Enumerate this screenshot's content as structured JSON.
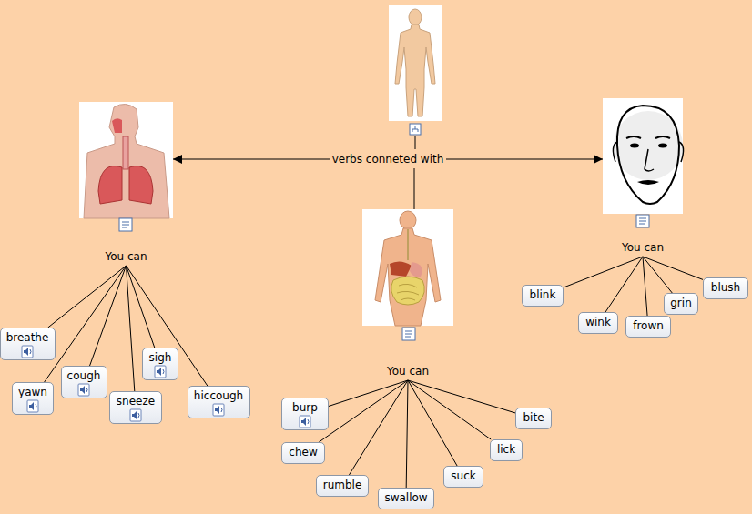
{
  "diagram": {
    "nodes": [
      {
        "text": [
          "You can"
        ]
      },
      {
        "text": [
          "You can"
        ]
      },
      {
        "text": [
          "You can"
        ]
      },
      {
        "text": [
          "breathe"
        ]
      },
      {
        "text": [
          "yawn"
        ]
      },
      {
        "text": [
          "cough"
        ]
      },
      {
        "text": [
          "sneeze"
        ]
      },
      {
        "text": [
          "sigh"
        ]
      },
      {
        "text": [
          "hiccough"
        ]
      },
      {
        "text": [
          "blink"
        ]
      },
      {
        "text": [
          "wink"
        ]
      },
      {
        "text": [
          "frown"
        ]
      },
      {
        "text": [
          "grin"
        ]
      },
      {
        "text": [
          "blush"
        ]
      },
      {
        "text": [
          "burp"
        ]
      },
      {
        "text": [
          "chew"
        ]
      },
      {
        "text": [
          "rumble"
        ]
      },
      {
        "text": [
          "swallow"
        ]
      },
      {
        "text": [
          "suck"
        ]
      },
      {
        "text": [
          "lick"
        ]
      },
      {
        "text": [
          "bite"
        ]
      }
    ],
    "edges": [
      {
        "from": 0,
        "to": 1,
        "arrow": "both",
        "label": "verbs conneted with"
      },
      {
        "from": 0,
        "to": 3,
        "arrow": "none"
      },
      {
        "from": 0,
        "to": 4,
        "arrow": "none"
      },
      {
        "from": 0,
        "to": 5,
        "arrow": "none"
      },
      {
        "from": 0,
        "to": 6,
        "arrow": "none"
      },
      {
        "from": 0,
        "to": 7,
        "arrow": "none"
      },
      {
        "from": 0,
        "to": 8,
        "arrow": "none"
      },
      {
        "from": 1,
        "to": 9,
        "arrow": "none"
      },
      {
        "from": 1,
        "to": 10,
        "arrow": "none"
      },
      {
        "from": 1,
        "to": 11,
        "arrow": "none"
      },
      {
        "from": 1,
        "to": 12,
        "arrow": "none"
      },
      {
        "from": 1,
        "to": 13,
        "arrow": "none"
      },
      {
        "from": 2,
        "to": 14,
        "arrow": "none"
      },
      {
        "from": 2,
        "to": 15,
        "arrow": "none"
      },
      {
        "from": 2,
        "to": 16,
        "arrow": "none"
      },
      {
        "from": 2,
        "to": 17,
        "arrow": "none"
      },
      {
        "from": 2,
        "to": 18,
        "arrow": "none"
      },
      {
        "from": 2,
        "to": 19,
        "arrow": "none"
      },
      {
        "from": 2,
        "to": 20,
        "arrow": "none"
      }
    ]
  }
}
